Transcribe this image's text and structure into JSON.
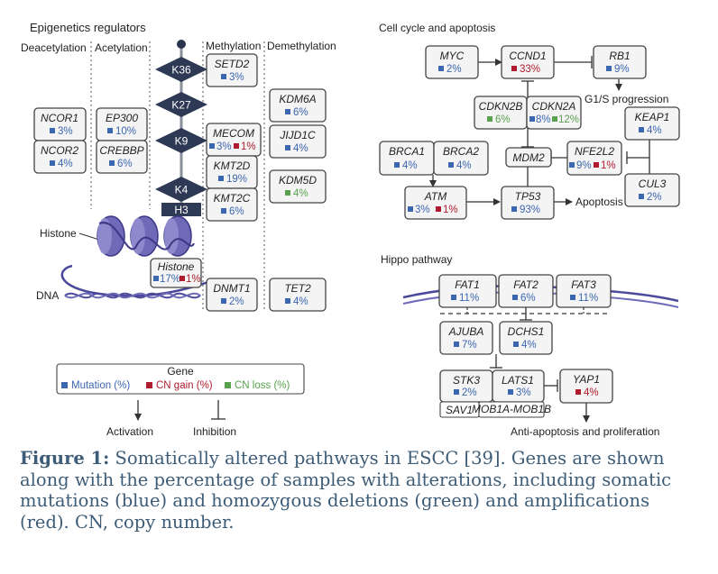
{
  "sections": {
    "epigenetics": "Epigenetics regulators",
    "cell_cycle": "Cell cycle and apoptosis",
    "hippo": "Hippo pathway"
  },
  "columns": {
    "deacetylation": "Deacetylation",
    "acetylation": "Acetylation",
    "methylation": "Methylation",
    "demethylation": "Demethylation"
  },
  "histone_marks": {
    "k36": "K36",
    "k27": "K27",
    "k9": "K9",
    "k4": "K4",
    "h3": "H3"
  },
  "labels": {
    "histone": "Histone",
    "dna": "DNA",
    "g1s": "G1/S progression",
    "apoptosis": "Apoptosis",
    "anti_apoptosis": "Anti-apoptosis and proliferation"
  },
  "genes": {
    "ncor1": {
      "name": "NCOR1",
      "mut": "3%"
    },
    "ncor2": {
      "name": "NCOR2",
      "mut": "4%"
    },
    "ep300": {
      "name": "EP300",
      "mut": "10%"
    },
    "crebbp": {
      "name": "CREBBP",
      "mut": "6%"
    },
    "setd2": {
      "name": "SETD2",
      "mut": "3%"
    },
    "mecom": {
      "name": "MECOM",
      "mut": "3%",
      "gain": "1%"
    },
    "kmt2d": {
      "name": "KMT2D",
      "mut": "19%"
    },
    "kmt2c": {
      "name": "KMT2C",
      "mut": "6%"
    },
    "kdm6a": {
      "name": "KDM6A",
      "mut": "6%"
    },
    "jijd1c": {
      "name": "JIJD1C",
      "mut": "4%"
    },
    "kdm5d": {
      "name": "KDM5D",
      "loss": "4%"
    },
    "histone": {
      "name": "Histone",
      "mut": "17%",
      "gain": "1%"
    },
    "dnmt1": {
      "name": "DNMT1",
      "mut": "2%"
    },
    "tet2": {
      "name": "TET2",
      "mut": "4%"
    },
    "myc": {
      "name": "MYC",
      "mut": "2%"
    },
    "ccnd1": {
      "name": "CCND1",
      "gain": "33%"
    },
    "rb1": {
      "name": "RB1",
      "mut": "9%"
    },
    "cdkn2b": {
      "name": "CDKN2B",
      "loss": "6%"
    },
    "cdkn2a": {
      "name": "CDKN2A",
      "mut": "8%",
      "loss": "12%"
    },
    "keap1": {
      "name": "KEAP1",
      "mut": "4%"
    },
    "brca1": {
      "name": "BRCA1",
      "mut": "4%"
    },
    "brca2": {
      "name": "BRCA2",
      "mut": "4%"
    },
    "mdm2": {
      "name": "MDM2"
    },
    "nfe2l2": {
      "name": "NFE2L2",
      "mut": "9%",
      "gain": "1%"
    },
    "cul3": {
      "name": "CUL3",
      "mut": "2%"
    },
    "atm": {
      "name": "ATM",
      "mut": "3%",
      "gain": "1%"
    },
    "tp53": {
      "name": "TP53",
      "mut": "93%"
    },
    "fat1": {
      "name": "FAT1",
      "mut": "11%"
    },
    "fat2": {
      "name": "FAT2",
      "mut": "6%"
    },
    "fat3": {
      "name": "FAT3",
      "mut": "11%"
    },
    "ajuba": {
      "name": "AJUBA",
      "mut": "7%"
    },
    "dchs1": {
      "name": "DCHS1",
      "mut": "4%"
    },
    "stk3": {
      "name": "STK3",
      "mut": "2%"
    },
    "lats1": {
      "name": "LATS1",
      "mut": "3%"
    },
    "yap1": {
      "name": "YAP1",
      "gain": "4%"
    },
    "sav1": {
      "name": "SAV1"
    },
    "mob1": {
      "name": "MOB1A-MOB1B"
    }
  },
  "legend": {
    "title": "Gene",
    "mutation": "Mutation (%)",
    "cn_gain": "CN gain (%)",
    "cn_loss": "CN loss (%)",
    "activation": "Activation",
    "inhibition": "Inhibition"
  },
  "colors": {
    "mutation": "#3b66b0",
    "cn_gain": "#b01c2e",
    "cn_loss": "#59a14f",
    "caption": "#3d5c78"
  },
  "caption": {
    "label": "Figure 1:",
    "text": " Somatically altered pathways in ESCC [39]. Genes are shown along with the percentage of samples with alterations, including somatic mutations (blue) and homozygous deletions (green) and amplifications (red). CN, copy number."
  }
}
